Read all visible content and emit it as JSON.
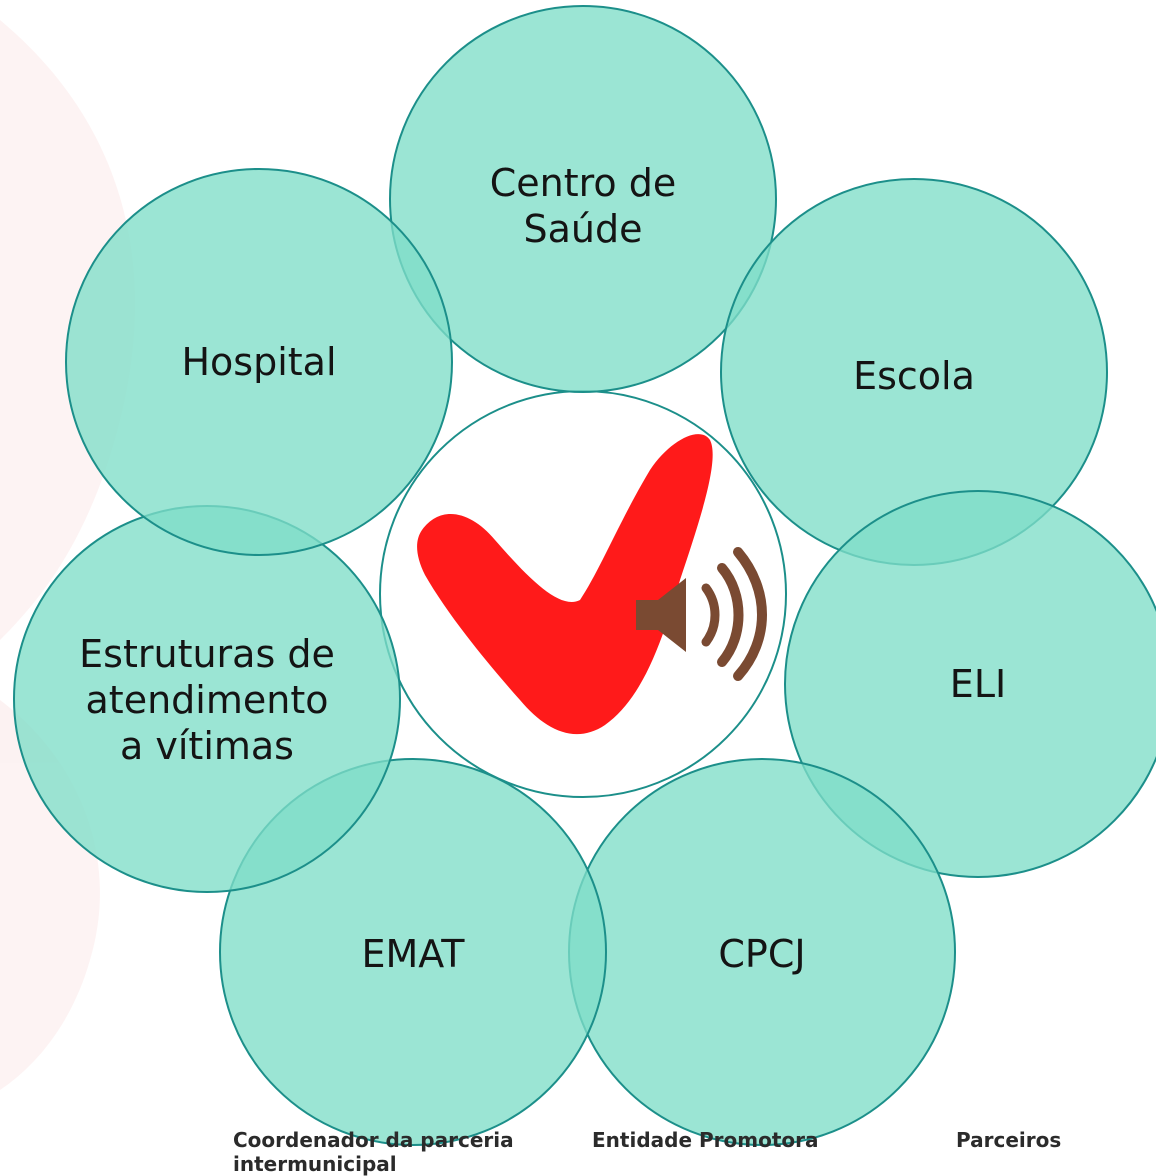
{
  "colors": {
    "circle_fill": "#7fdec8",
    "circle_stroke": "#1c8f8a",
    "check_red": "#ff1a1a",
    "speaker_brown": "#7a4a32",
    "text": "#141414"
  },
  "diagram": {
    "center_logo": "red-checkmark-with-speaker-icon",
    "nodes": [
      {
        "id": "centro-de-saude",
        "lines": [
          "Centro de",
          "Saúde"
        ]
      },
      {
        "id": "escola",
        "lines": [
          "Escola"
        ]
      },
      {
        "id": "eli",
        "lines": [
          "ELI"
        ]
      },
      {
        "id": "cpcj",
        "lines": [
          "CPCJ"
        ]
      },
      {
        "id": "emat",
        "lines": [
          "EMAT"
        ]
      },
      {
        "id": "estruturas",
        "lines": [
          "Estruturas de",
          "atendimento",
          "a vítimas"
        ]
      },
      {
        "id": "hospital",
        "lines": [
          "Hospital"
        ]
      }
    ]
  },
  "footer": {
    "coordenador": "Coordenador da parceria",
    "coordenador_line2": "intermunicipal",
    "entidade": "Entidade Promotora",
    "parceiros": "Parceiros"
  }
}
